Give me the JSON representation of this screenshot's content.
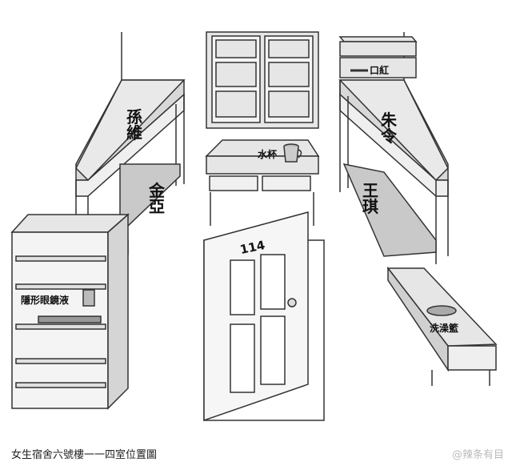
{
  "labels": {
    "top_left_bunk": "孫維",
    "bottom_left_bunk": "金亞",
    "top_right_bunk": "朱令",
    "bottom_right_bunk": "王琪",
    "cup": "水杯",
    "lipstick": "口紅",
    "contact_lens_solution": "隱形眼鏡液",
    "bath_basket": "洗澡籃",
    "door_number": "114"
  },
  "caption": "女生宿舍六號樓一一四室位置圖",
  "watermark": "@辣条有目",
  "colors": {
    "furniture_fill": "#e6e6e6",
    "outline": "#333333",
    "shade": "#bdbdbd"
  }
}
